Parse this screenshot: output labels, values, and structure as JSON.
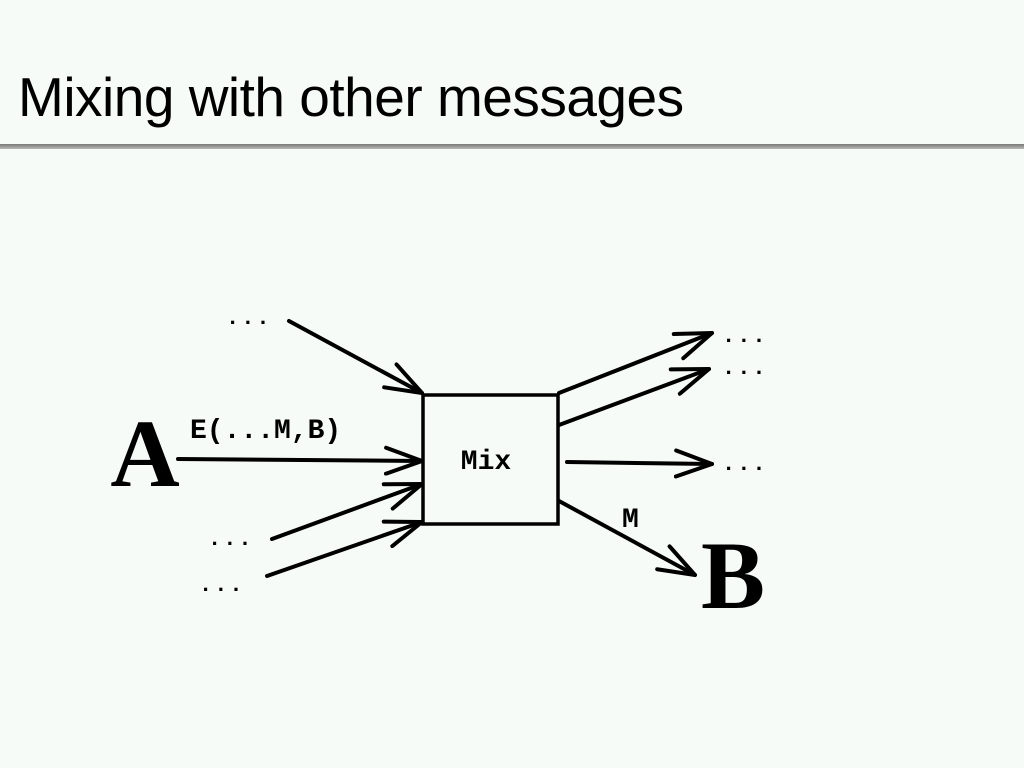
{
  "slide": {
    "title": "Mixing with other messages"
  },
  "diagram": {
    "sender": "A",
    "receiver": "B",
    "mix_label": "Mix",
    "input_message_label": "E(...M,B)",
    "output_message_label": "M",
    "other_input_labels": [
      "...",
      "...",
      "..."
    ],
    "other_output_labels": [
      "...",
      "...",
      "..."
    ]
  }
}
